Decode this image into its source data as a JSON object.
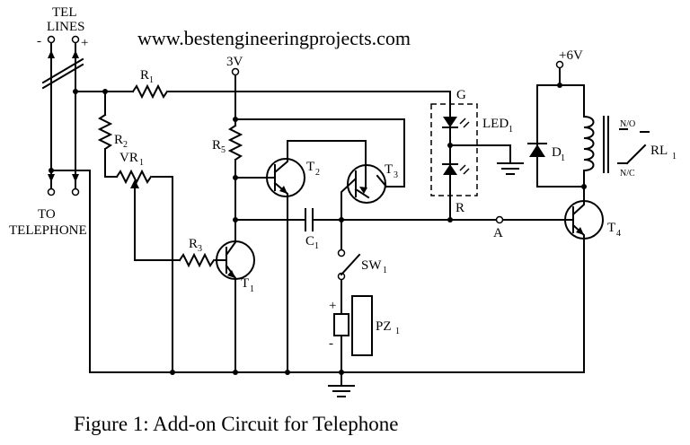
{
  "header": {
    "website": "www.bestengineeringprojects.com"
  },
  "caption": "Figure 1: Add-on Circuit for Telephone",
  "labels": {
    "tel_lines_1": "TEL",
    "tel_lines_2": "LINES",
    "minus": "-",
    "plus": "+",
    "to_telephone_1": "TO",
    "to_telephone_2": "TELEPHONE",
    "supply_3v": "3V",
    "supply_6v": "+6V",
    "r1": "R",
    "r1_sub": "1",
    "r2": "R",
    "r2_sub": "2",
    "r3": "R",
    "r3_sub": "3",
    "r5": "R",
    "r5_sub": "5",
    "vr1": "VR",
    "vr1_sub": "1",
    "t1": "T",
    "t1_sub": "1",
    "t2": "T",
    "t2_sub": "2",
    "t3": "T",
    "t3_sub": "3",
    "t4": "T",
    "t4_sub": "4",
    "c1": "C",
    "c1_sub": "1",
    "sw1": "SW",
    "sw1_sub": "1",
    "pz1": "PZ",
    "pz1_sub": "1",
    "pz_plus": "+",
    "pz_minus": "-",
    "led1": "LED",
    "led1_sub": "1",
    "led_g": "G",
    "led_r": "R",
    "d1": "D",
    "d1_sub": "1",
    "rl1": "RL",
    "rl1_sub": "1",
    "no": "N/O",
    "nc": "N/C",
    "node_a": "A"
  }
}
